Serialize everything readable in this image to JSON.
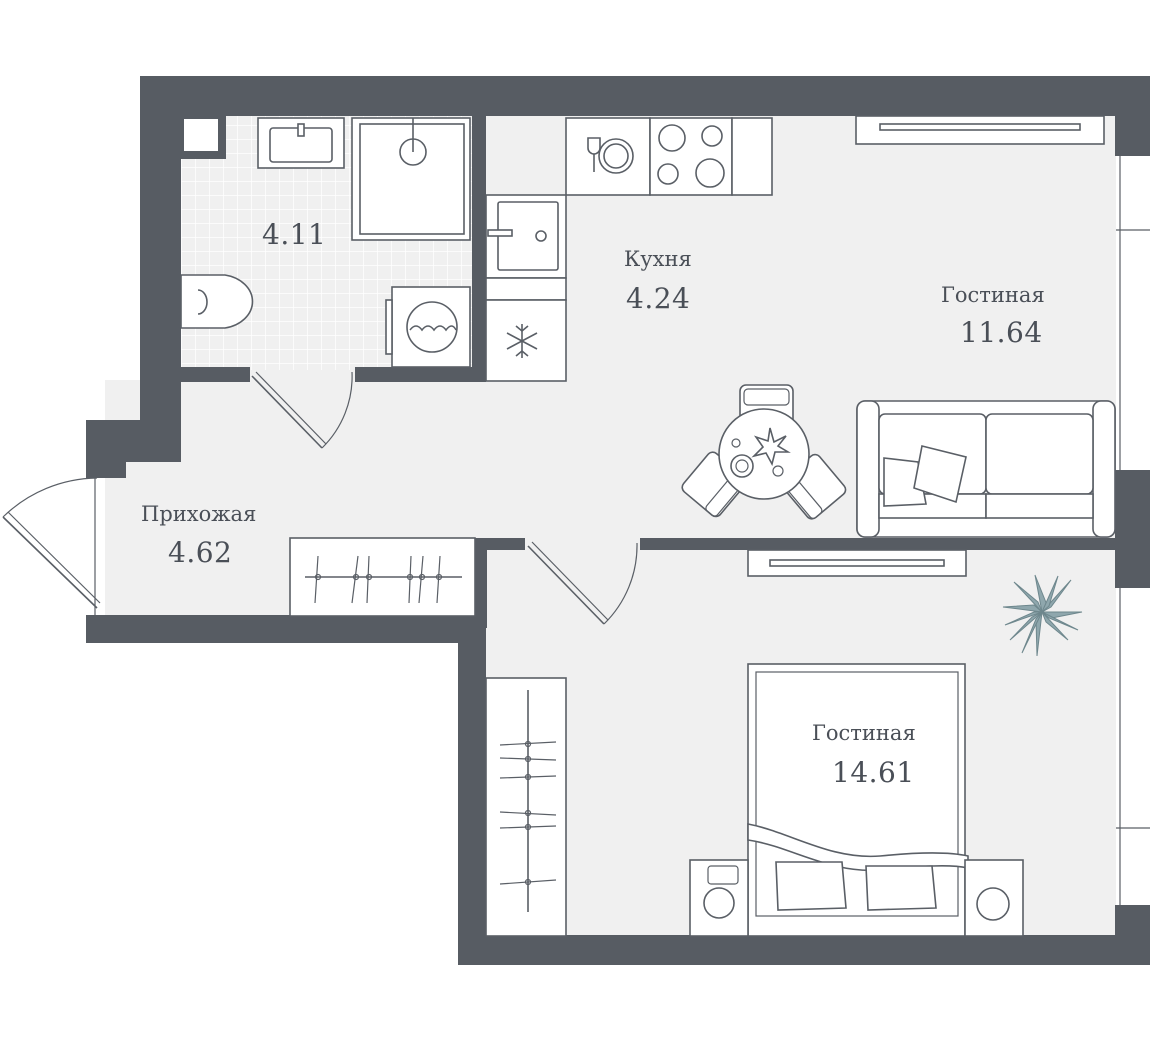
{
  "colors": {
    "wall": "#575c63",
    "floor": "#f0f0f0",
    "tile_grid": "#ffffff",
    "furniture_stroke": "#5a5f66",
    "plant": "#8fa7ad"
  },
  "rooms": [
    {
      "key": "bathroom",
      "name": "",
      "area": "4.11"
    },
    {
      "key": "kitchen",
      "name": "Кухня",
      "area": "4.24"
    },
    {
      "key": "living",
      "name": "Гостиная",
      "area": "11.64"
    },
    {
      "key": "hallway",
      "name": "Прихожая",
      "area": "4.62"
    },
    {
      "key": "bedroom",
      "name": "Гостиная",
      "area": "14.61"
    }
  ],
  "icons": [
    "sink-icon",
    "shower-icon",
    "toilet-icon",
    "washing-machine-icon",
    "stove-icon",
    "dishwasher-icon",
    "kitchen-sink-icon",
    "fridge-icon",
    "dining-table-icon",
    "chair-icon",
    "sofa-icon",
    "tv-icon",
    "plant-icon",
    "bed-icon",
    "nightstand-icon",
    "wardrobe-icon",
    "door-icon"
  ]
}
